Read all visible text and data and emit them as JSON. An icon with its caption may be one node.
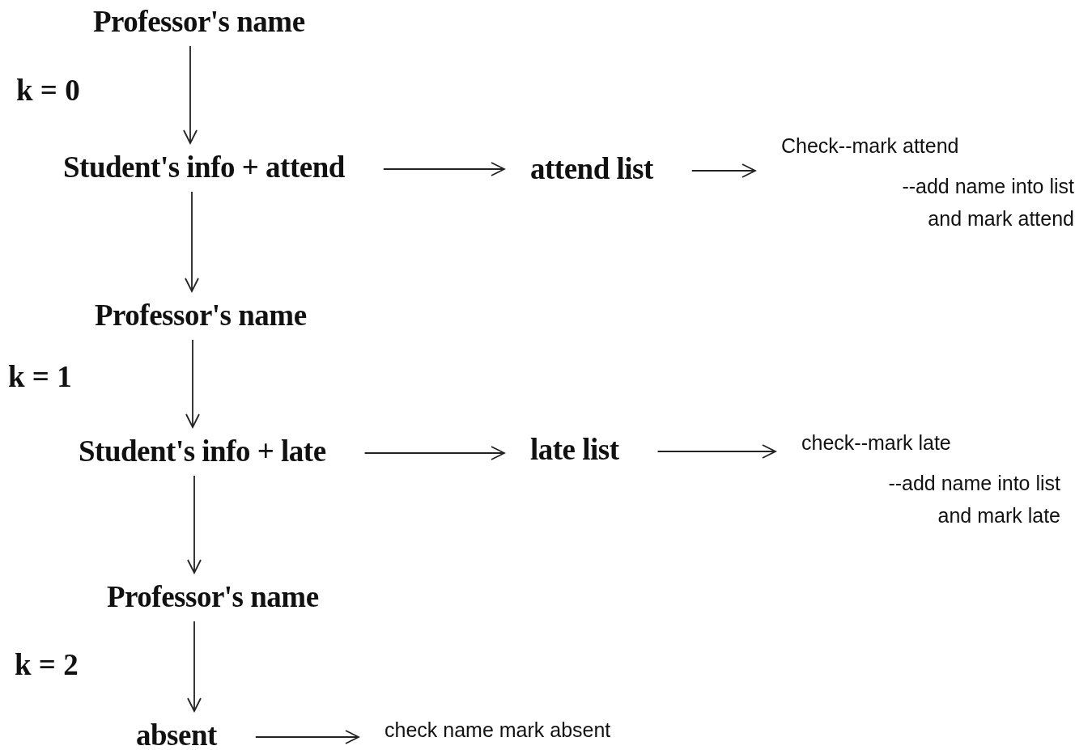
{
  "diagram": {
    "nodes": [
      {
        "text": [
          "Professor's name"
        ]
      },
      {
        "text": [
          "Student's info + attend"
        ]
      },
      {
        "text": [
          "attend list"
        ]
      },
      {
        "text": [
          "Check--mark attend",
          "--add name into list and mark attend"
        ]
      },
      {
        "text": [
          "Professor's name"
        ]
      },
      {
        "text": [
          "Student's info + late"
        ]
      },
      {
        "text": [
          "late list"
        ]
      },
      {
        "text": [
          "check--mark late",
          "--add name into list and mark late"
        ]
      },
      {
        "text": [
          "Professor's name"
        ]
      },
      {
        "text": [
          "absent"
        ]
      },
      {
        "text": [
          "check name mark absent"
        ]
      }
    ],
    "edges": [
      {
        "from": 0,
        "to": 1,
        "arrow": "to",
        "label": "k = 0"
      },
      {
        "from": 1,
        "to": 2,
        "arrow": "to"
      },
      {
        "from": 2,
        "to": 3,
        "arrow": "to"
      },
      {
        "from": 1,
        "to": 4,
        "arrow": "to"
      },
      {
        "from": 4,
        "to": 5,
        "arrow": "to",
        "label": "k = 1"
      },
      {
        "from": 5,
        "to": 6,
        "arrow": "to"
      },
      {
        "from": 6,
        "to": 7,
        "arrow": "to"
      },
      {
        "from": 5,
        "to": 8,
        "arrow": "to"
      },
      {
        "from": 8,
        "to": 9,
        "arrow": "to",
        "label": "k = 2"
      },
      {
        "from": 9,
        "to": 10,
        "arrow": "to"
      }
    ]
  }
}
